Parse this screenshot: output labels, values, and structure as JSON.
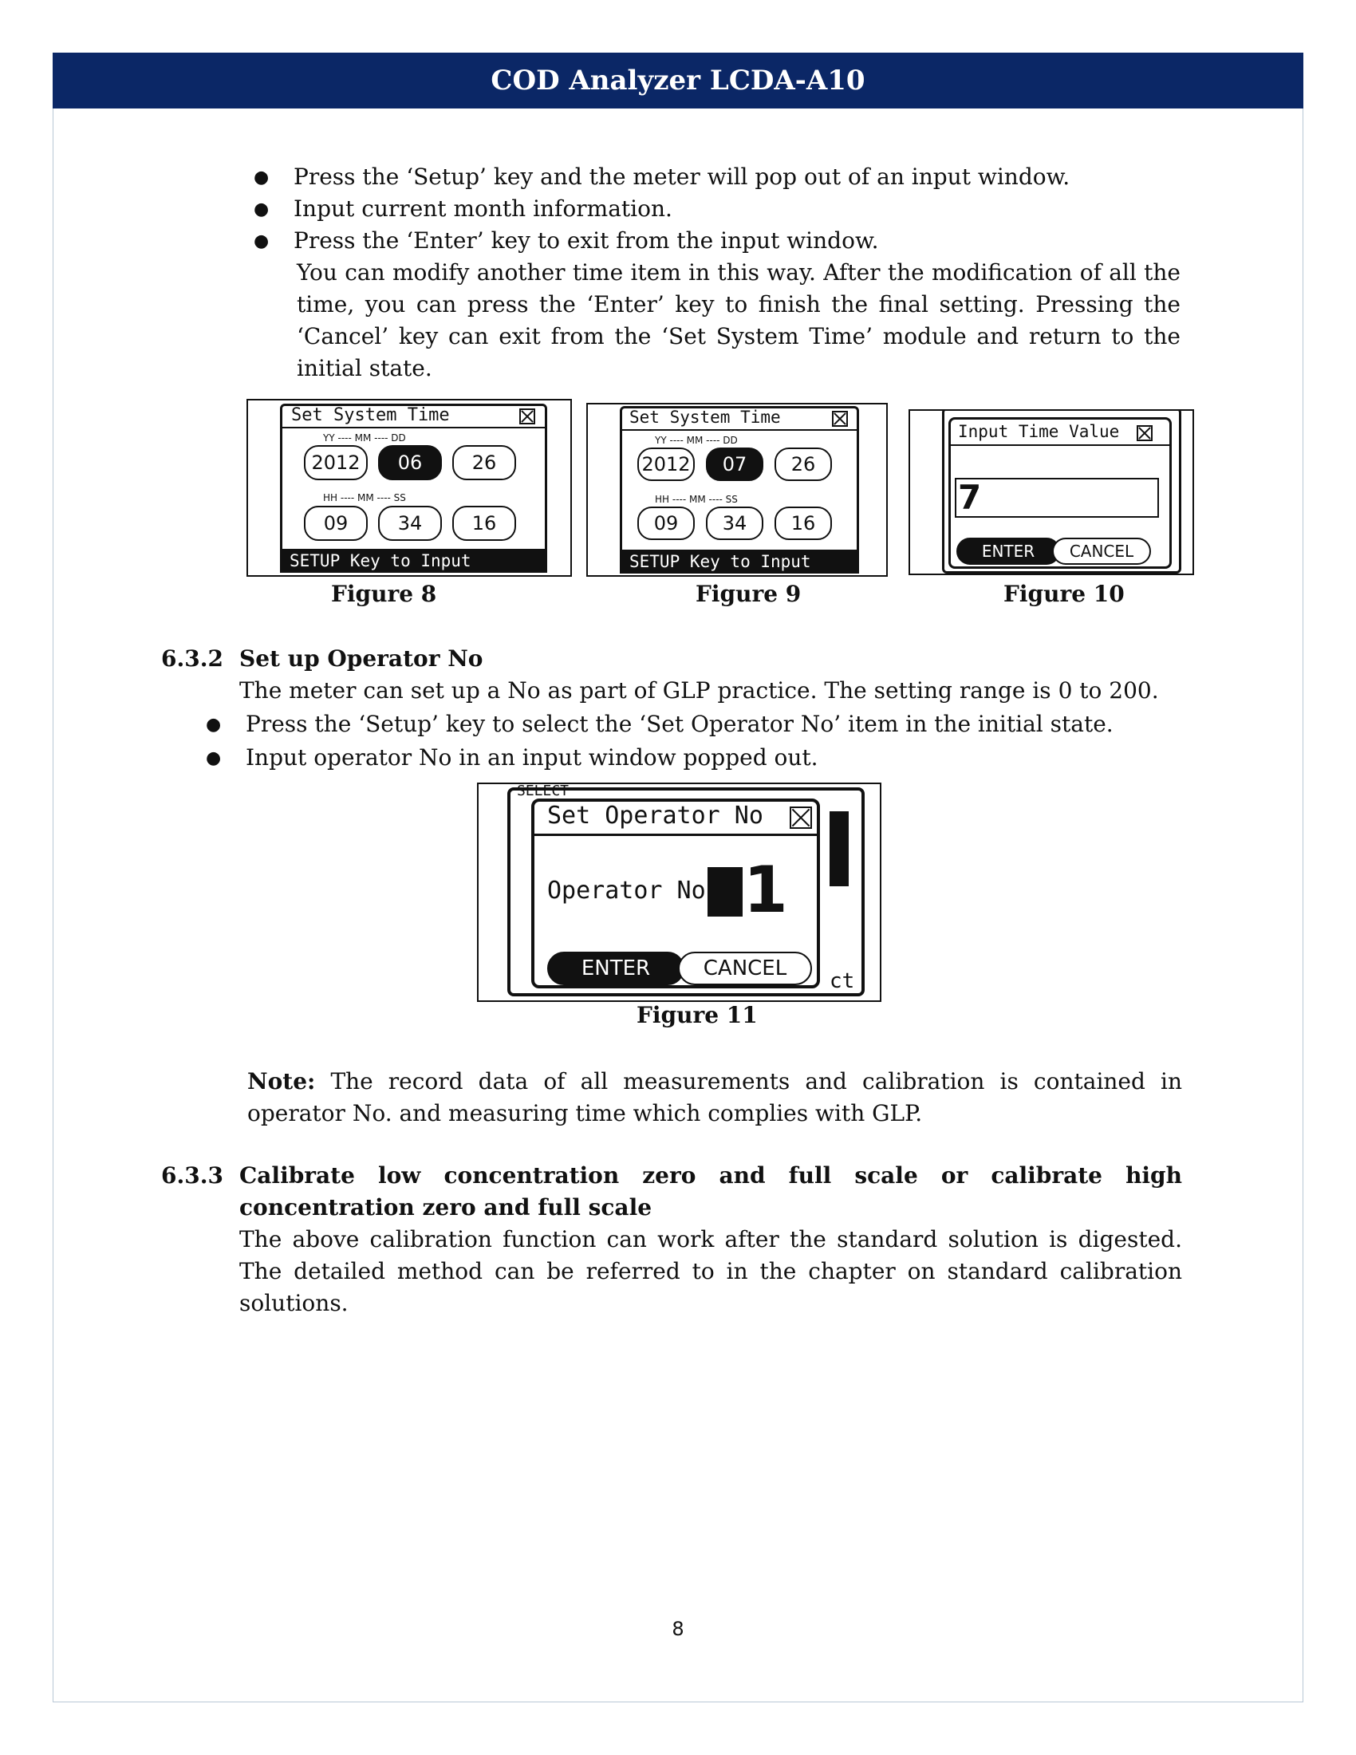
{
  "header": {
    "title": "COD Analyzer LCDA-A10"
  },
  "bullets_top": [
    "Press the ‘Setup’ key and the meter will pop out of an input window.",
    "Input current month information.",
    "Press the ‘Enter’ key to exit from the input window."
  ],
  "para_top": "You can modify another time item in this way. After the modification of all the time, you can press the ‘Enter’ key to finish the final setting. Pressing the ‘Cancel’ key can exit from the ‘Set System Time’ module and return to the initial state.",
  "fig8": {
    "title": "Set System Time",
    "yy": "YY",
    "mm": "MM",
    "dd": "DD",
    "hh": "HH",
    "mi": "MM",
    "ss": "SS",
    "year": "2012",
    "month": "06",
    "day": "26",
    "hour": "09",
    "minute": "34",
    "second": "16",
    "footer": "SETUP Key to Input",
    "caption": "Figure 8"
  },
  "fig9": {
    "title": "Set System Time",
    "yy": "YY",
    "mm": "MM",
    "dd": "DD",
    "hh": "HH",
    "mi": "MM",
    "ss": "SS",
    "year": "2012",
    "month": "07",
    "day": "26",
    "hour": "09",
    "minute": "34",
    "second": "16",
    "footer": "SETUP Key to Input",
    "caption": "Figure 9"
  },
  "fig10": {
    "title": "Input Time Value",
    "value": "7",
    "enter": "ENTER",
    "cancel": "CANCEL",
    "caption": "Figure 10"
  },
  "section_632": {
    "number": "6.3.2",
    "title": "Set up Operator No",
    "para": "The meter can set up a No as part of GLP practice. The setting range is 0 to 200.",
    "bullets": [
      "Press the ‘Setup’ key to select the ‘Set Operator No’ item in the initial state.",
      "Input operator No in an input window popped out."
    ]
  },
  "fig11": {
    "bg_fragment": "SELECT",
    "title": "Set Operator No",
    "label": "Operator No:",
    "value": "1",
    "enter": "ENTER",
    "cancel": "CANCEL",
    "side_fragment": "ct",
    "caption": "Figure 11"
  },
  "note": {
    "label": "Note:",
    "text": " The record data of all measurements and calibration is contained in operator No. and measuring time which complies with GLP."
  },
  "section_633": {
    "number": "6.3.3",
    "title": "Calibrate low concentration zero and full scale or calibrate high concentration zero and full scale",
    "para": "The above calibration function can work after the standard solution is digested. The detailed method can be referred to in the chapter on standard calibration solutions."
  },
  "page_number": "8"
}
